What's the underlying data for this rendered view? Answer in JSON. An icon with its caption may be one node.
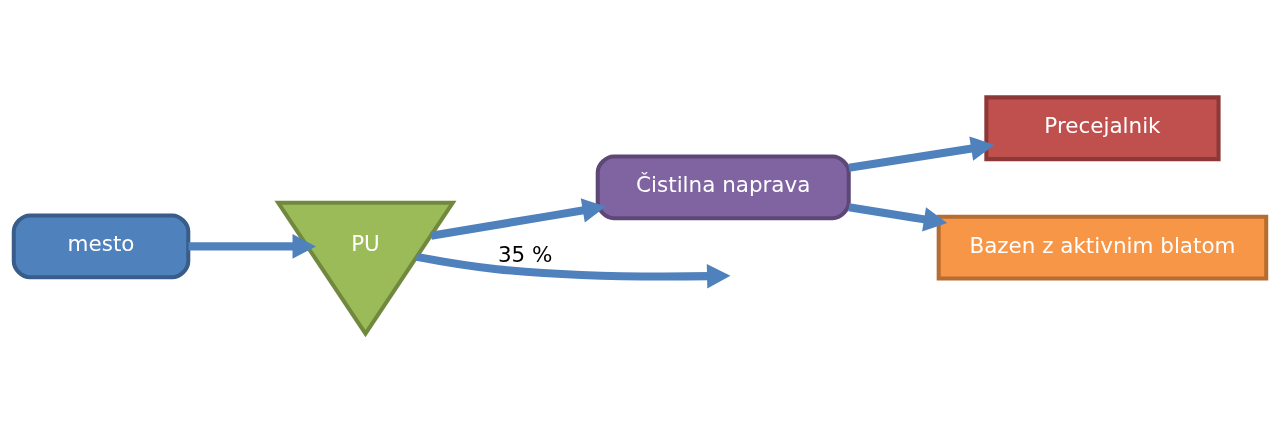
{
  "diagram": {
    "nodes": [
      {
        "text": [
          "mesto"
        ]
      },
      {
        "text": [
          "PU"
        ]
      },
      {
        "text": [
          "Čistilna naprava"
        ]
      },
      {
        "text": [
          "Precejalnik"
        ]
      },
      {
        "text": [
          "Bazen z aktivnim blatom"
        ]
      }
    ],
    "edges": [
      {
        "from": 0,
        "to": 1,
        "arrow": "to"
      },
      {
        "from": 1,
        "to": 2,
        "arrow": "to"
      },
      {
        "from": 2,
        "to": 3,
        "arrow": "to"
      },
      {
        "from": 2,
        "to": 4,
        "arrow": "to"
      },
      {
        "from": 1,
        "to": null,
        "arrow": "to",
        "label": "35 %"
      }
    ]
  }
}
